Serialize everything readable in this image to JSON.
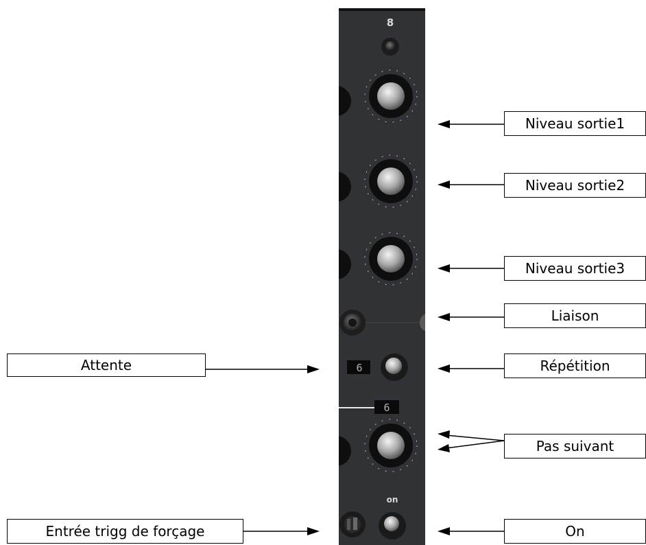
{
  "module": {
    "channel_number": "8",
    "repeat_display": "6",
    "step_display": "6",
    "on_label": "on"
  },
  "labels": {
    "niveau_sortie1": "Niveau sortie1",
    "niveau_sortie2": "Niveau sortie2",
    "niveau_sortie3": "Niveau sortie3",
    "liaison": "Liaison",
    "attente": "Attente",
    "repetition": "Répétition",
    "pas_suivant": "Pas suivant",
    "entree_trigg": "Entrée trigg de forçage",
    "on": "On"
  },
  "colors": {
    "panel": "#303235",
    "knob_dark": "#0e0e0f",
    "knob_metal": "#c8c8c8",
    "display_text": "#b0b0b0"
  }
}
